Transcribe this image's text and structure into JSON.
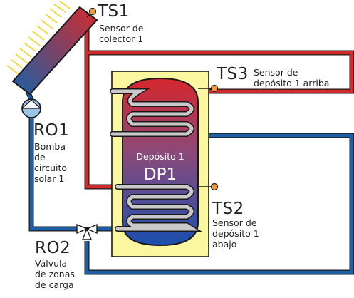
{
  "colors": {
    "hot": "#d42a2c",
    "cold": "#1b5fa6",
    "tank_frame": "#fbf7a0",
    "sensor": "#f29a3a"
  },
  "sensors": {
    "ts1": {
      "code": "TS1",
      "desc": [
        "Sensor de",
        "colector 1"
      ]
    },
    "ts3": {
      "code": "TS3",
      "desc": [
        "Sensor de",
        "depósito 1 arriba"
      ]
    },
    "ts2": {
      "code": "TS2",
      "desc": [
        "Sensor de",
        "depósito 1",
        "abajo"
      ]
    }
  },
  "pump": {
    "code": "RO1",
    "desc": [
      "Bomba",
      "de",
      "circuito",
      "solar 1"
    ]
  },
  "valve": {
    "code": "RO2",
    "desc": [
      "Válvula",
      "de zonas",
      "de carga"
    ]
  },
  "tank": {
    "name": "Depósito 1",
    "code": "DP1"
  }
}
